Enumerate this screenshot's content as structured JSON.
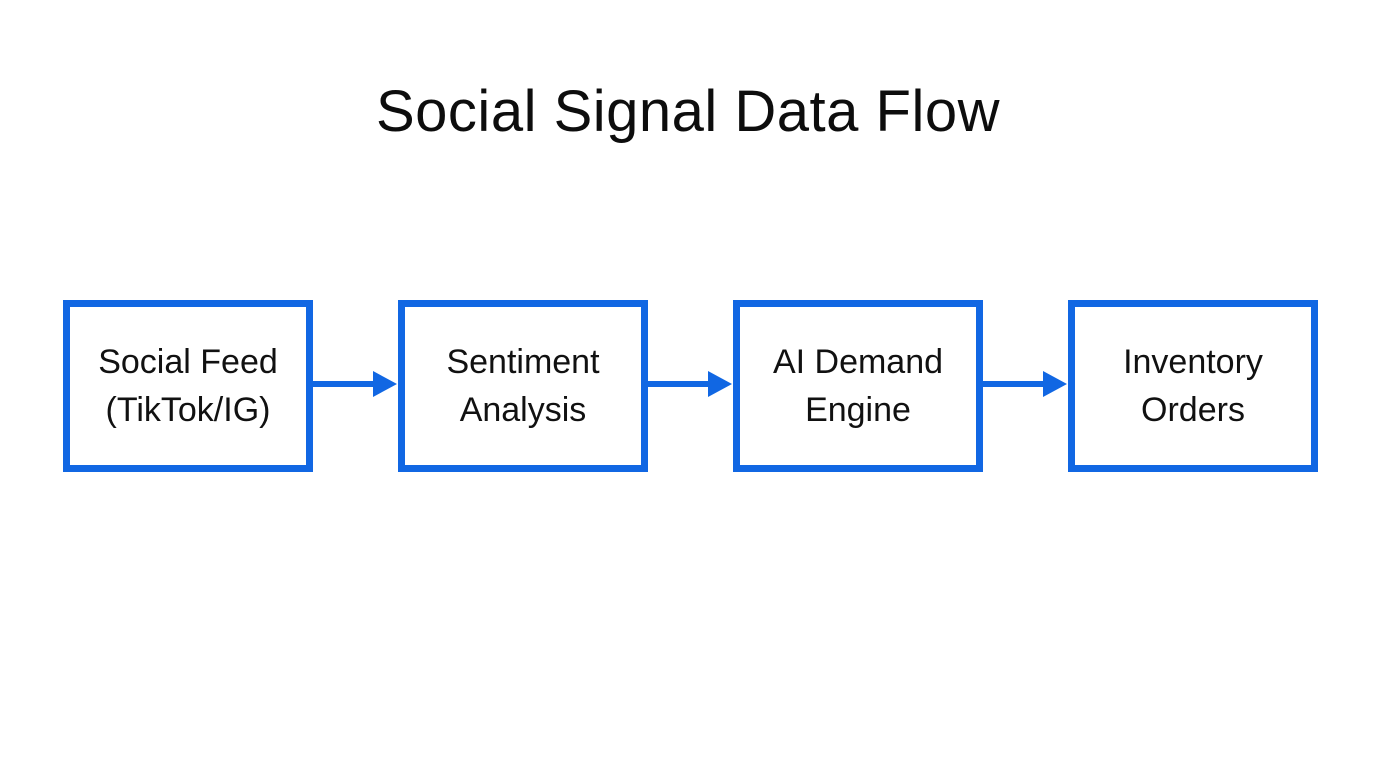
{
  "title": "Social Signal Data Flow",
  "colors": {
    "accent": "#1167e3",
    "text": "#0d0d0d",
    "background": "#ffffff"
  },
  "flow": {
    "nodes": [
      {
        "id": "social-feed",
        "line1": "Social Feed",
        "line2": "(TikTok/IG)"
      },
      {
        "id": "sentiment-analysis",
        "line1": "Sentiment",
        "line2": "Analysis"
      },
      {
        "id": "ai-demand-engine",
        "line1": "AI Demand",
        "line2": "Engine"
      },
      {
        "id": "inventory-orders",
        "line1": "Inventory",
        "line2": "Orders"
      }
    ],
    "connections": [
      {
        "from": "Social Feed (TikTok/IG)",
        "to": "Sentiment Analysis"
      },
      {
        "from": "Sentiment Analysis",
        "to": "AI Demand Engine"
      },
      {
        "from": "AI Demand Engine",
        "to": "Inventory Orders"
      }
    ]
  }
}
